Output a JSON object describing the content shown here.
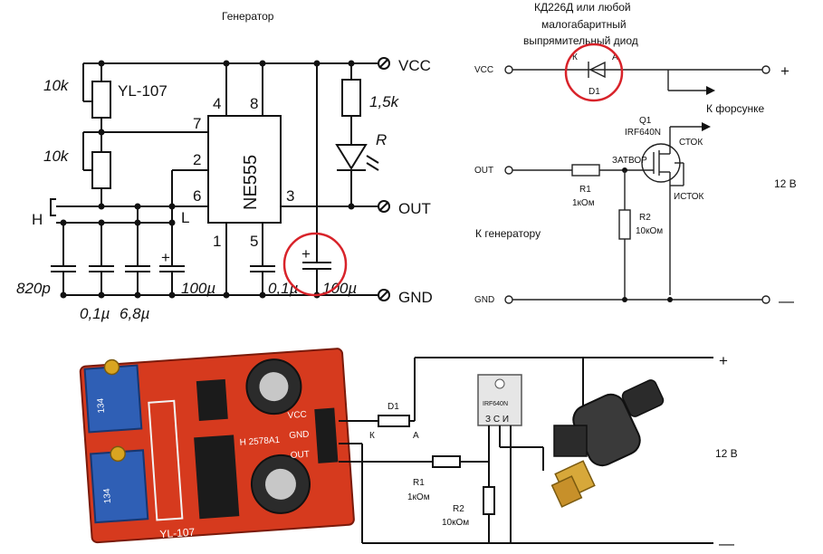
{
  "generator": {
    "title": "Генератор",
    "chip": "NE555",
    "pins": [
      "4",
      "8",
      "7",
      "2",
      "6",
      "3",
      "1",
      "5"
    ],
    "resistor_top": "10k",
    "resistor_top_label": "YL-107",
    "resistor_mid": "10k",
    "led_resistor": "1,5k",
    "led_label": "R",
    "h_label": "H",
    "l_label": "L",
    "caps": [
      "820p",
      "0,1µ",
      "6,8µ",
      "100µ",
      "0,1µ",
      "100µ"
    ],
    "plus": "+",
    "vcc": "VCC",
    "out": "OUT",
    "gnd": "GND",
    "highlight_color": "#d8232a"
  },
  "driver": {
    "diode_note_1": "КД226Д или любой",
    "diode_note_2": "малогабаритный",
    "diode_note_3": "выпрямительный диод",
    "diode_k": "К",
    "diode_a": "А",
    "diode_name": "D1",
    "vcc": "VCC",
    "out": "OUT",
    "gnd": "GND",
    "to_injector": "К форсунке",
    "transistor_name": "Q1",
    "transistor_part": "IRF640N",
    "drain": "СТОК",
    "gate": "ЗАТВОР",
    "source": "ИСТОК",
    "r1_name": "R1",
    "r1_value": "1кОм",
    "r2_name": "R2",
    "r2_value": "10кОм",
    "to_generator": "К генератору",
    "voltage": "12 В",
    "plus": "+",
    "minus": "—"
  },
  "wiring": {
    "board_vcc": "VCC",
    "board_gnd": "GND",
    "board_out": "OUT",
    "board_label": "YL-107",
    "board_chip": "H 2578A1",
    "pot_text_1": "134",
    "pot_text_2": "134",
    "d1_name": "D1",
    "d1_k": "К",
    "d1_a": "А",
    "transistor_part": "IRF640N",
    "transistor_pins": "З С И",
    "r1_name": "R1",
    "r1_value": "1кОм",
    "r2_name": "R2",
    "r2_value": "10кОм",
    "voltage": "12 В",
    "plus": "+",
    "minus": "—",
    "board_color": "#d63a1e"
  }
}
